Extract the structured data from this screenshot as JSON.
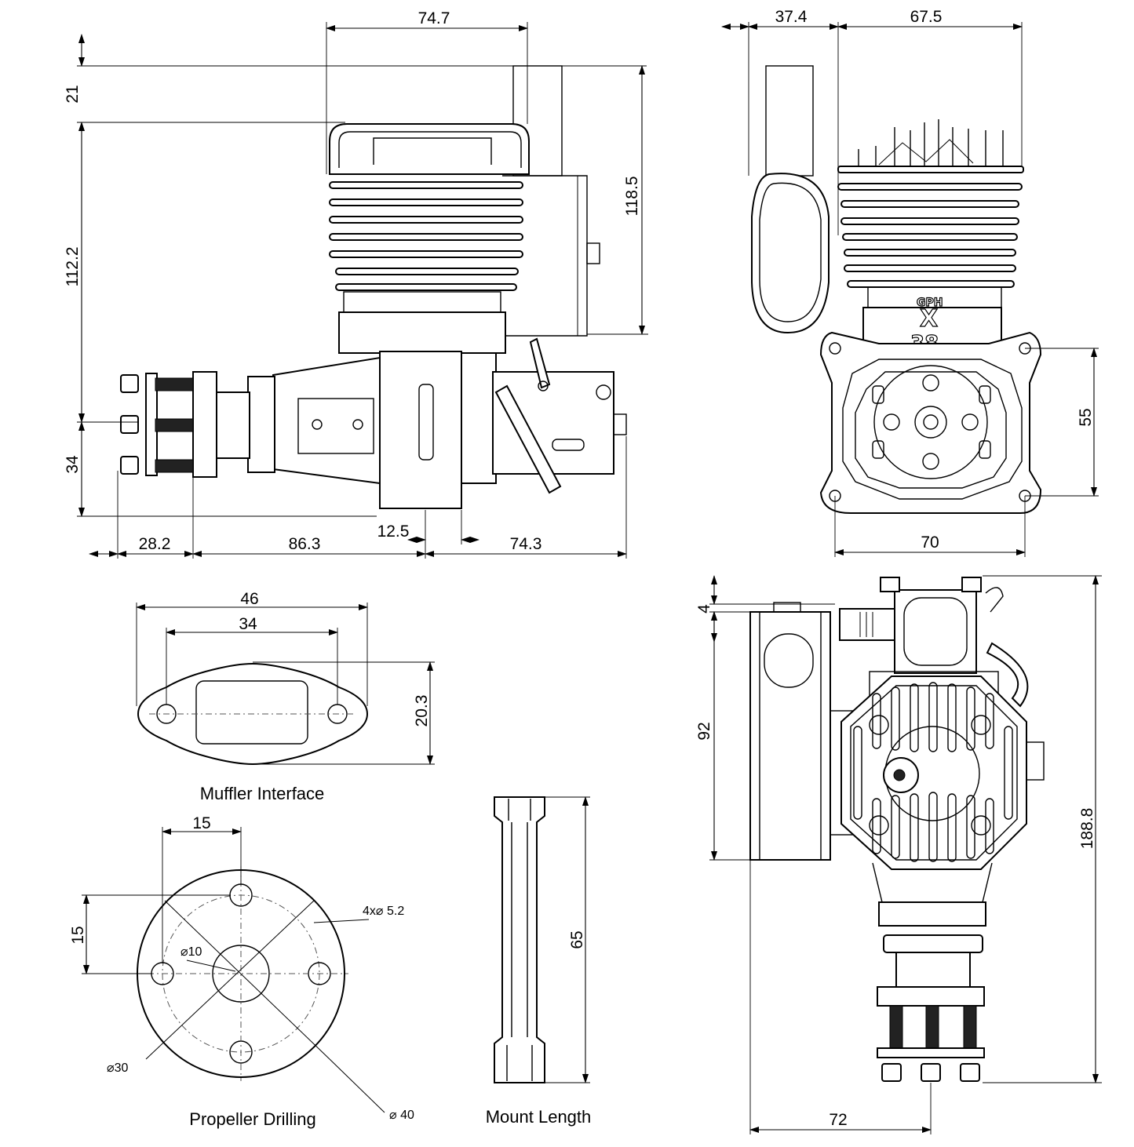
{
  "side_view": {
    "dims": {
      "top_width": "74.7",
      "left_upper": "21",
      "left_mid": "112.2",
      "left_low": "34",
      "height_right": "118.5",
      "bottom_a": "28.2",
      "bottom_b": "86.3",
      "bottom_c": "12.5",
      "bottom_d": "74.3"
    }
  },
  "front_view": {
    "dims": {
      "top_a": "37.4",
      "top_b": "67.5",
      "right": "55",
      "bottom": "70"
    },
    "logo": {
      "brand": "GPH",
      "model": "X",
      "size": "38"
    }
  },
  "top_view": {
    "dims": {
      "a": "4",
      "b": "92",
      "c": "188.8",
      "d": "72"
    }
  },
  "muffler": {
    "caption": "Muffler Interface",
    "dims": {
      "outer": "46",
      "inner": "34",
      "height": "20.3"
    }
  },
  "propeller": {
    "caption": "Propeller Drilling",
    "dims": {
      "a": "15",
      "b": "15",
      "holes": "4x⌀ 5.2",
      "center": "⌀10",
      "pcd": "⌀30",
      "outer": "⌀ 40"
    }
  },
  "mount": {
    "caption": "Mount Length",
    "dims": {
      "length": "65"
    }
  }
}
